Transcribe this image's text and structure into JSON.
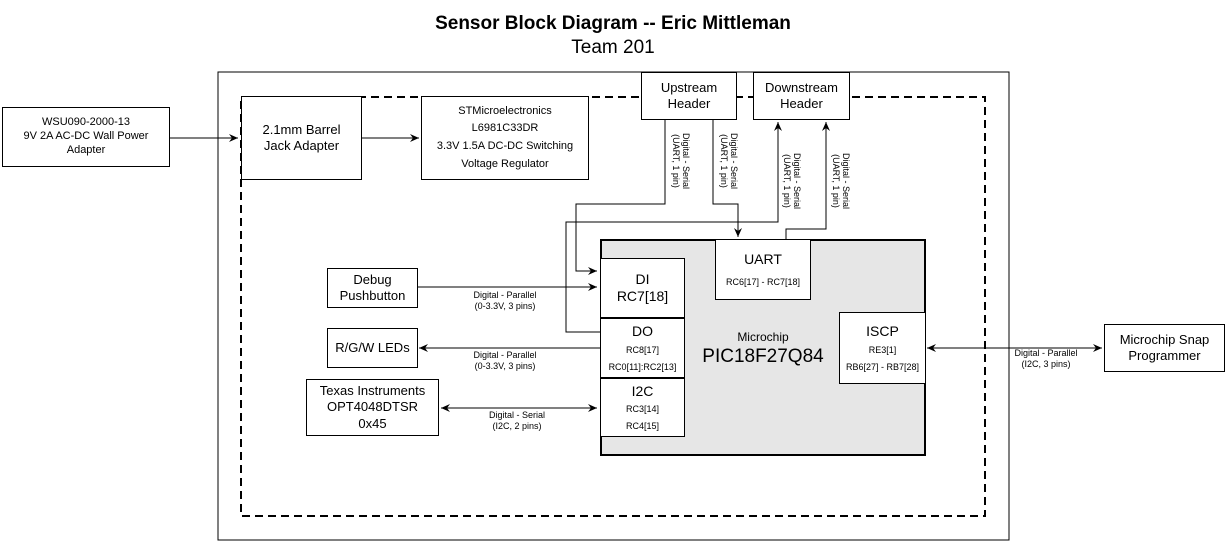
{
  "title": "Sensor Block Diagram -- Eric Mittleman",
  "subtitle": "Team 201",
  "blocks": {
    "wall_adapter": [
      "WSU090-2000-13",
      "9V 2A AC-DC Wall Power",
      "Adapter"
    ],
    "barrel_jack": [
      "2.1mm Barrel",
      "Jack Adapter"
    ],
    "regulator": [
      "STMicroelectronics",
      "L6981C33DR",
      "3.3V 1.5A DC-DC Switching",
      "Voltage Regulator"
    ],
    "upstream_header": [
      "Upstream",
      "Header"
    ],
    "downstream_header": [
      "Downstream",
      "Header"
    ],
    "debug_button": [
      "Debug",
      "Pushbutton"
    ],
    "leds": "R/G/W LEDs",
    "light_sensor": [
      "Texas Instruments",
      "OPT4048DTSR",
      "0x45"
    ],
    "snap_programmer": [
      "Microchip Snap",
      "Programmer"
    ]
  },
  "mcu": {
    "vendor": "Microchip",
    "part": "PIC18F27Q84",
    "di": {
      "label": "DI",
      "pins": "RC7[18]"
    },
    "do": {
      "label": "DO",
      "pins1": "RC8[17]",
      "pins2": "RC0[11]:RC2[13]"
    },
    "i2c": {
      "label": "I2C",
      "pins1": "RC3[14]",
      "pins2": "RC4[15]"
    },
    "uart": {
      "label": "UART",
      "pins": "RC6[17] - RC7[18]"
    },
    "iscp": {
      "label": "ISCP",
      "pins1": "RE3[1]",
      "pins2": "RB6[27] - RB7[28]"
    }
  },
  "links": {
    "debug": [
      "Digital - Parallel",
      "(0-3.3V, 3 pins)"
    ],
    "leds": [
      "Digital - Parallel",
      "(0-3.3V, 3 pins)"
    ],
    "sensor": [
      "Digital - Serial",
      "(I2C, 2 pins)"
    ],
    "programmer": [
      "Digital - Parallel",
      "(I2C, 3 pins)"
    ],
    "uart_lines": [
      [
        "Digital - Serial",
        "(UART, 1 pin)"
      ],
      [
        "Digital - Serial",
        "(UART, 1 pin)"
      ],
      [
        "Digital - Serial",
        "(UART, 1 pin)"
      ],
      [
        "Digital - Serial",
        "(UART, 1 pin)"
      ]
    ]
  }
}
